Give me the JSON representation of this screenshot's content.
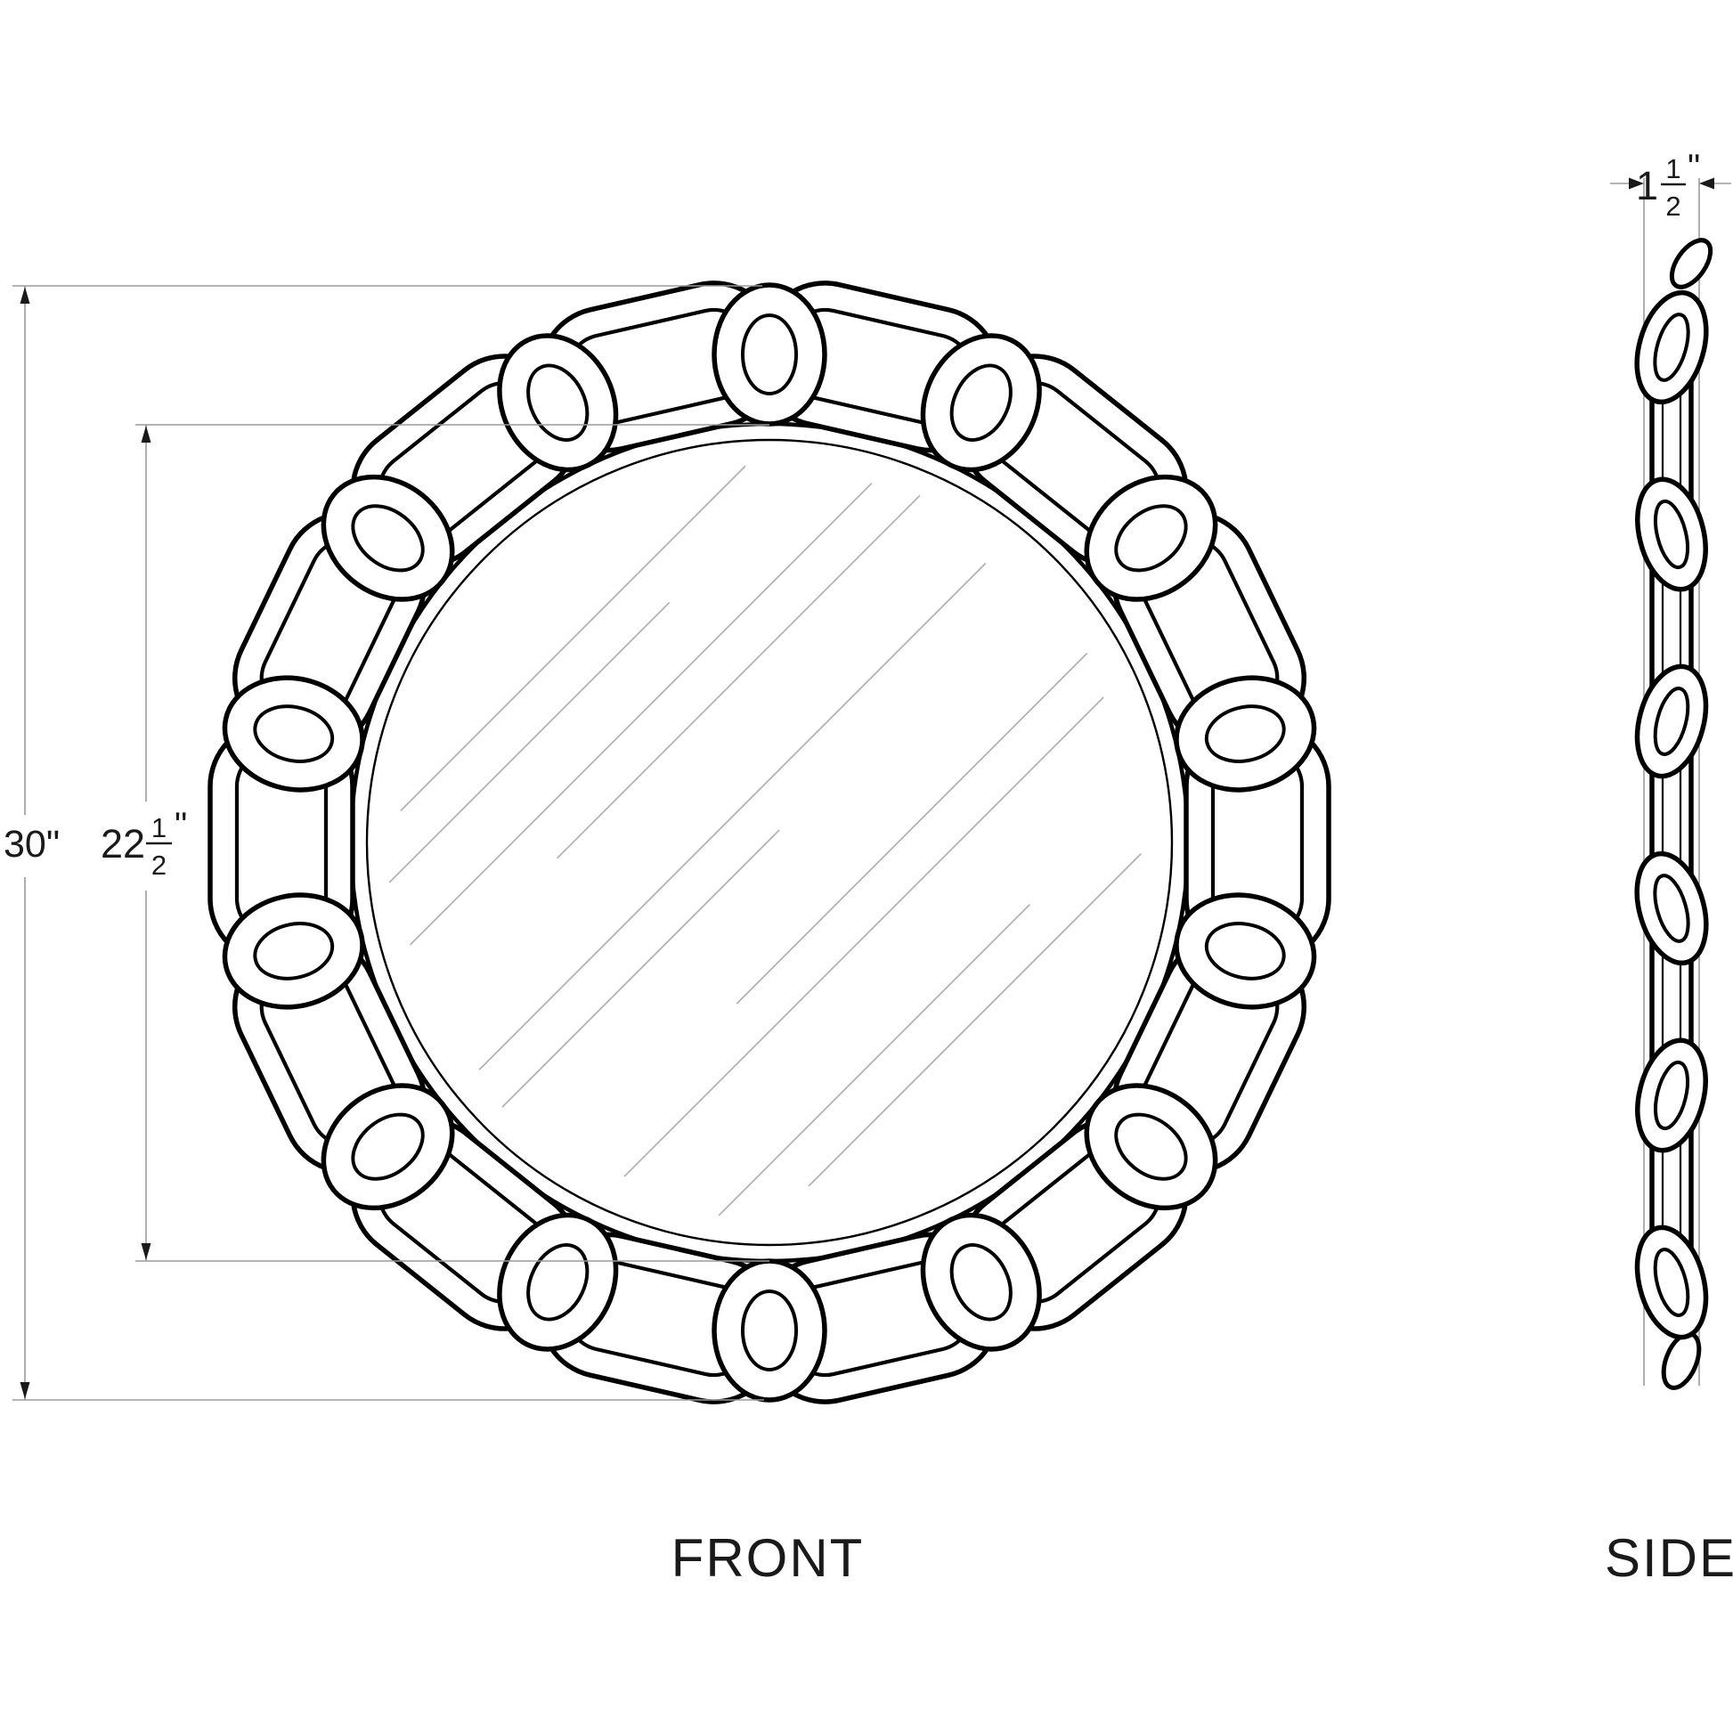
{
  "drawing": {
    "type": "technical-dimension-drawing",
    "subject": "round chain-link mirror"
  },
  "views": {
    "front_label": "FRONT",
    "side_label": "SIDE"
  },
  "dimensions": {
    "overall_height": {
      "text": "30\"",
      "inches": "30"
    },
    "mirror_diameter": {
      "whole": "22",
      "numerator": "1",
      "denominator": "2",
      "unit": "\"",
      "inches": "22 1/2"
    },
    "frame_depth": {
      "whole": "1",
      "numerator": "1",
      "denominator": "2",
      "unit": "\"",
      "inches": "1 1/2"
    }
  },
  "colors": {
    "line": "#000000",
    "dim_line": "#9b9b9b",
    "hatch": "#b3b3b3",
    "text": "#1a1a1a",
    "background": "#ffffff"
  }
}
